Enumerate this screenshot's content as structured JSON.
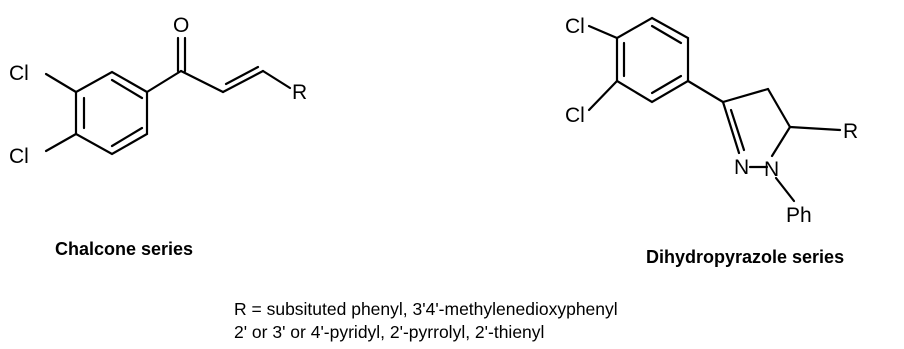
{
  "atoms": {
    "oxygen": "O",
    "chlorine": "Cl",
    "r_group": "R",
    "nitrogen": "N",
    "phenyl": "Ph"
  },
  "captions": {
    "chalcone": "Chalcone series",
    "dihydropyrazole": "Dihydropyrazole series"
  },
  "substituents": {
    "line1": "R = subsituted phenyl, 3'4'-methylenedioxyphenyl",
    "line2": "2' or 3' or 4'-pyridyl, 2'-pyrrolyl, 2'-thienyl"
  }
}
